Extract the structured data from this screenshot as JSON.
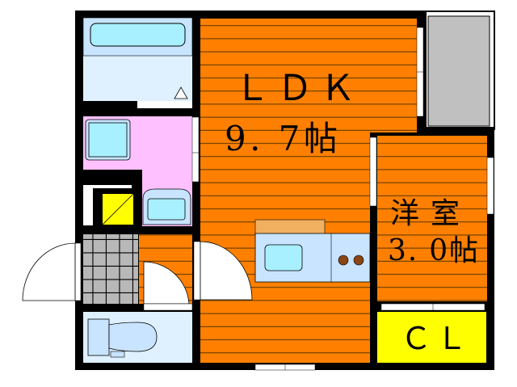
{
  "rooms": {
    "ldk": {
      "name": "ＬＤＫ",
      "size": "9. 7帖"
    },
    "western": {
      "name": "洋室",
      "size": "3. 0帖"
    },
    "closet": {
      "name": "ＣＬ"
    }
  },
  "colors": {
    "floor": "#ff8000",
    "wall": "#000000",
    "bath": "#c8e4ff",
    "water": "#a8f0ff",
    "wash": "#ffc0ff",
    "closet": "#ffff00",
    "tile": "#b8b8b8",
    "balcony": "#c0c0c0",
    "counter": "#f0b060"
  }
}
